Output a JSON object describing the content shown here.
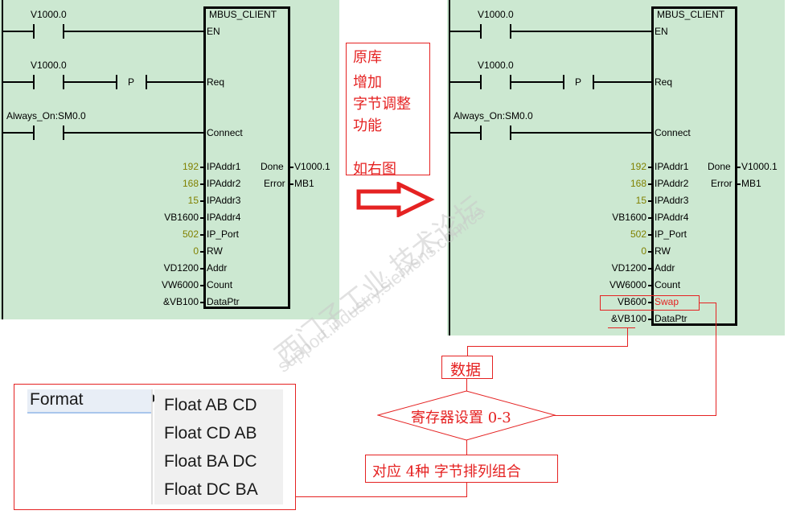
{
  "ladder_original": {
    "block_title": "MBUS_CLIENT",
    "contacts": [
      {
        "label": "V1000.0",
        "pin": "EN"
      },
      {
        "label": "V1000.0",
        "pin": "Req",
        "edge": "P"
      },
      {
        "label": "Always_On:SM0.0",
        "pin": "Connect"
      }
    ],
    "inputs": [
      {
        "value": "192",
        "pin": "IPAddr1",
        "const": true
      },
      {
        "value": "168",
        "pin": "IPAddr2",
        "const": true
      },
      {
        "value": "15",
        "pin": "IPAddr3",
        "const": true
      },
      {
        "value": "VB1600",
        "pin": "IPAddr4",
        "const": false
      },
      {
        "value": "502",
        "pin": "IP_Port",
        "const": true
      },
      {
        "value": "0",
        "pin": "RW",
        "const": true
      },
      {
        "value": "VD1200",
        "pin": "Addr",
        "const": false
      },
      {
        "value": "VW6000",
        "pin": "Count",
        "const": false
      },
      {
        "value": "&VB100",
        "pin": "DataPtr",
        "const": false
      }
    ],
    "outputs": [
      {
        "pin": "Done",
        "value": "V1000.1"
      },
      {
        "pin": "Error",
        "value": "MB1"
      }
    ]
  },
  "ladder_modified": {
    "block_title": "MBUS_CLIENT",
    "contacts": [
      {
        "label": "V1000.0",
        "pin": "EN"
      },
      {
        "label": "V1000.0",
        "pin": "Req",
        "edge": "P"
      },
      {
        "label": "Always_On:SM0.0",
        "pin": "Connect"
      }
    ],
    "inputs": [
      {
        "value": "192",
        "pin": "IPAddr1",
        "const": true
      },
      {
        "value": "168",
        "pin": "IPAddr2",
        "const": true
      },
      {
        "value": "15",
        "pin": "IPAddr3",
        "const": true
      },
      {
        "value": "VB1600",
        "pin": "IPAddr4",
        "const": false
      },
      {
        "value": "502",
        "pin": "IP_Port",
        "const": true
      },
      {
        "value": "0",
        "pin": "RW",
        "const": true
      },
      {
        "value": "VD1200",
        "pin": "Addr",
        "const": false
      },
      {
        "value": "VW6000",
        "pin": "Count",
        "const": false
      },
      {
        "value": "VB600",
        "pin": "Swap",
        "const": false,
        "highlight": true
      },
      {
        "value": "&VB100",
        "pin": "DataPtr",
        "const": false
      }
    ],
    "outputs": [
      {
        "pin": "Done",
        "value": "V1000.1"
      },
      {
        "pin": "Error",
        "value": "MB1"
      }
    ]
  },
  "note": {
    "lines": [
      "原库",
      "增加",
      "字节调整",
      "功能",
      "",
      "如右图"
    ]
  },
  "arrow": {
    "icon": "right-arrow-icon"
  },
  "flow": {
    "data_box": "数据",
    "decision": "寄存器设置 0-3",
    "result_box": "对应 4种 字节排列组合"
  },
  "format_menu": {
    "label": "Format",
    "submenu_icon": "triangle-right-icon",
    "options": [
      "Float AB CD",
      "Float CD AB",
      "Float BA DC",
      "Float DC BA"
    ]
  },
  "watermark": {
    "cn": "西门子工业 技术论坛",
    "url": "support.industry.siemens.com/cs"
  },
  "colors": {
    "panel_bg": "#cce8d1",
    "annotation_red": "#e52222",
    "constant_olive": "#808000"
  }
}
